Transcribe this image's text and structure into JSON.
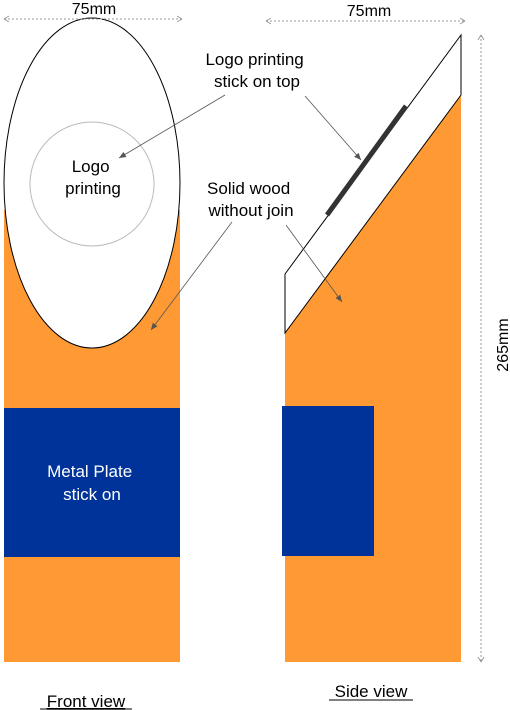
{
  "dimensions": {
    "front_width": "75mm",
    "side_width": "75mm",
    "height": "265mm"
  },
  "labels": {
    "logo_printing": [
      "Logo",
      "printing"
    ],
    "logo_stick_on_top": [
      "Logo printing",
      "stick on top"
    ],
    "solid_wood": [
      "Solid wood",
      "without join"
    ],
    "metal_plate": [
      "Metal Plate",
      "stick on"
    ]
  },
  "views": {
    "front": "Front view",
    "side": "Side view"
  },
  "colors": {
    "wood": "#FF9933",
    "metal_plate": "#003399",
    "logo_strip": "#333333",
    "outline": "#000000",
    "guide": "#999999"
  }
}
